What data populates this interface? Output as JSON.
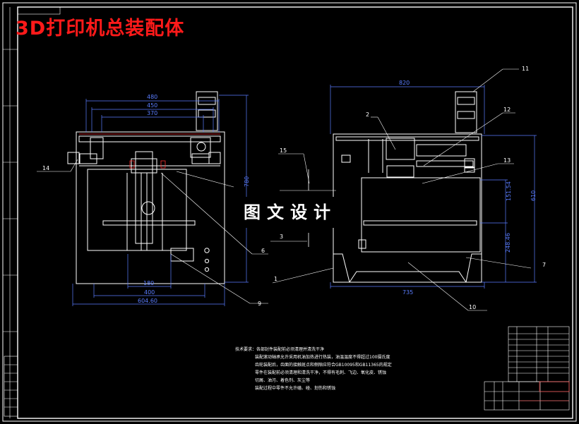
{
  "title": "3D打印机总装配体",
  "watermark": "图文设计",
  "dimensions_front": {
    "w480": "480",
    "w450": "450",
    "w370": "370",
    "h780": "780",
    "w180": "180",
    "w400": "400",
    "w604": "604.60"
  },
  "dimensions_side": {
    "w820": "820",
    "h610": "610",
    "h161": "151.54",
    "h248": "248.46",
    "w735": "735"
  },
  "part_labels": [
    "1",
    "2",
    "3",
    "6",
    "7",
    "9",
    "10",
    "11",
    "12",
    "13",
    "14",
    "15"
  ],
  "notes": {
    "heading": "技术要求：",
    "lines": [
      "各部封件装配前必须清理并清洗干净",
      "装配滚动轴承允许采用机油加热进行热装，油温温度不得超过100摄氏度",
      "齿轮装配后，齿面的接触斑点和侧隙应符合GB10095和GB11365的规定",
      "零件在装配前必须清理和清洗干净，不得有毛刺、飞边、氧化皮、锈蚀",
      "切屑、油污、着色剂、灰尘等",
      "装配过程中零件不允许磕、碰、划伤和锈蚀"
    ]
  },
  "colors": {
    "outline": "#ffffff",
    "dimension": "#5a7dff",
    "title": "#ff1a1a",
    "hidden": "#ff3030"
  }
}
